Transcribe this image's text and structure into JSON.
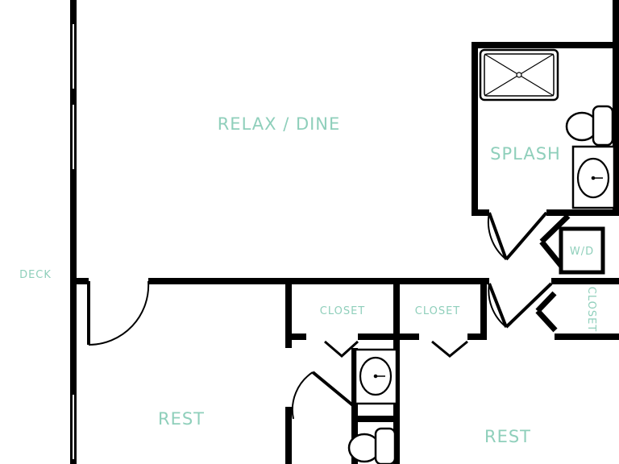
{
  "rooms": {
    "relax_dine": "RELAX / DINE",
    "splash": "SPLASH",
    "deck": "DECK",
    "rest_left": "REST",
    "rest_right": "REST",
    "closet_1": "CLOSET",
    "closet_2": "CLOSET",
    "closet_3": "CLOSET",
    "wd": "W/D"
  },
  "colors": {
    "wall": "#000000",
    "label": "#8fcfbb",
    "background": "#ffffff"
  }
}
